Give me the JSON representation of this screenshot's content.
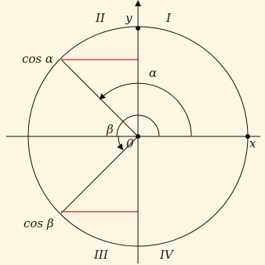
{
  "quadrants": {
    "q1": "I",
    "q2": "II",
    "q3": "III",
    "q4": "IV"
  },
  "axes": {
    "x_label": "x",
    "y_label": "y",
    "origin_label": "0"
  },
  "angles": {
    "alpha": "α",
    "beta": "β"
  },
  "cos_labels": {
    "alpha": "cos α",
    "beta": "cos β"
  },
  "colors": {
    "background": "#fdf6e3",
    "stroke": "#111111",
    "projection": "#cc2222"
  }
}
